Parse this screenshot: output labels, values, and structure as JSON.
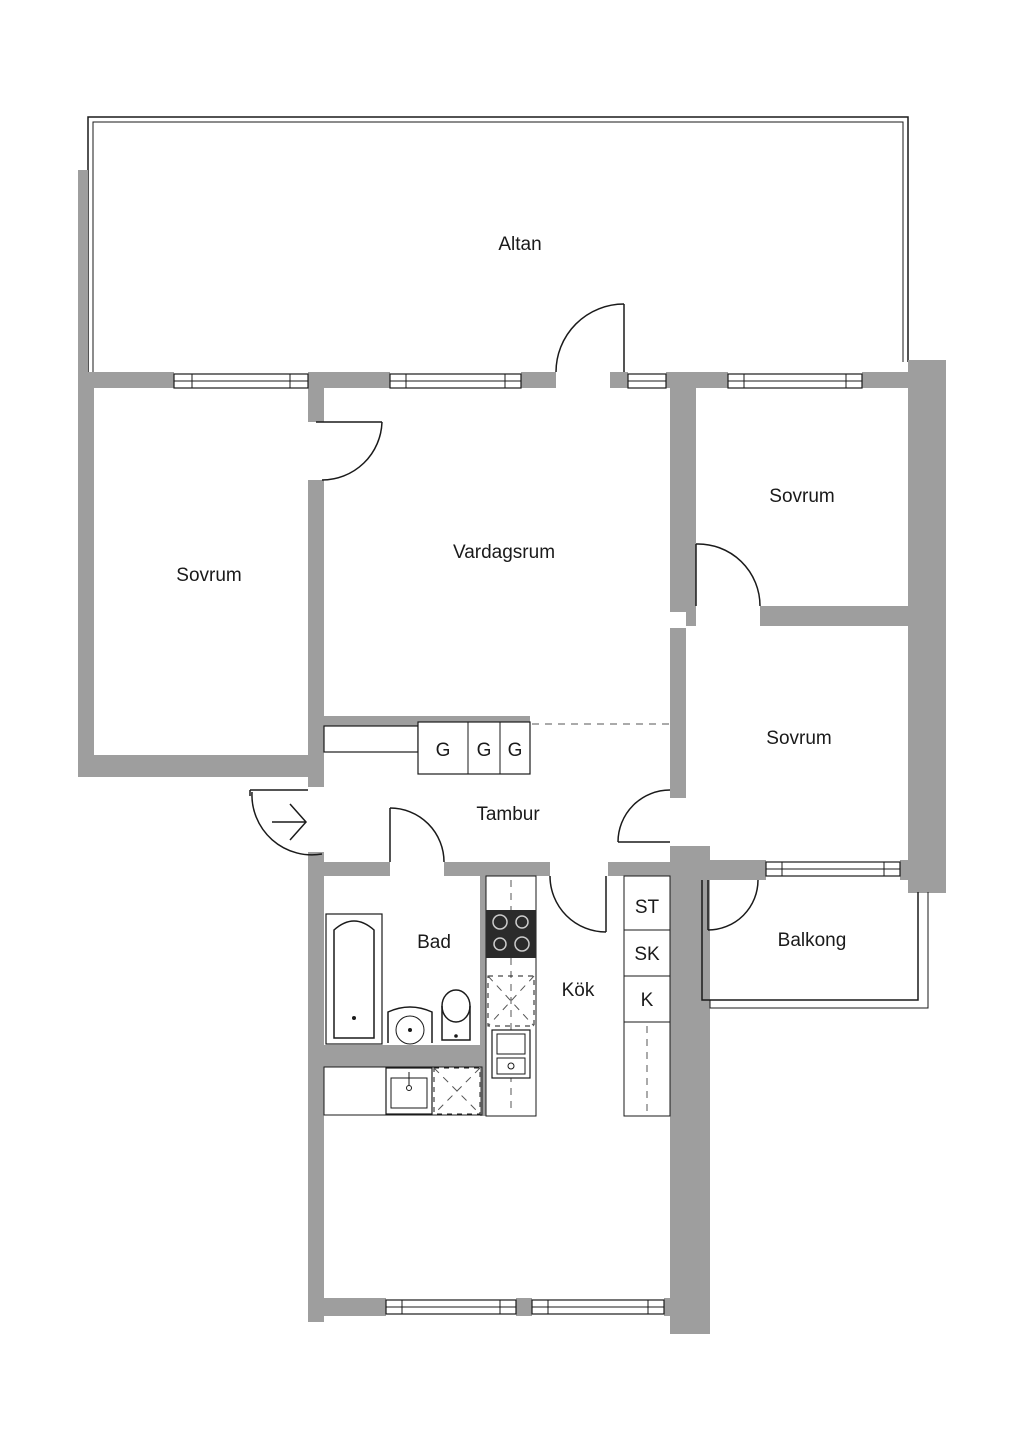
{
  "rooms": {
    "altan": "Altan",
    "sovrum_left": "Sovrum",
    "vardagsrum": "Vardagsrum",
    "sovrum_top_right": "Sovrum",
    "sovrum_mid_right": "Sovrum",
    "tambur": "Tambur",
    "bad": "Bad",
    "kok": "Kök",
    "balkong": "Balkong"
  },
  "wardrobes": [
    "G",
    "G",
    "G"
  ],
  "kitchen_units": [
    "ST",
    "SK",
    "K"
  ],
  "colors": {
    "wall": "#9e9e9e",
    "line": "#1a1a1a",
    "background": "#ffffff"
  }
}
